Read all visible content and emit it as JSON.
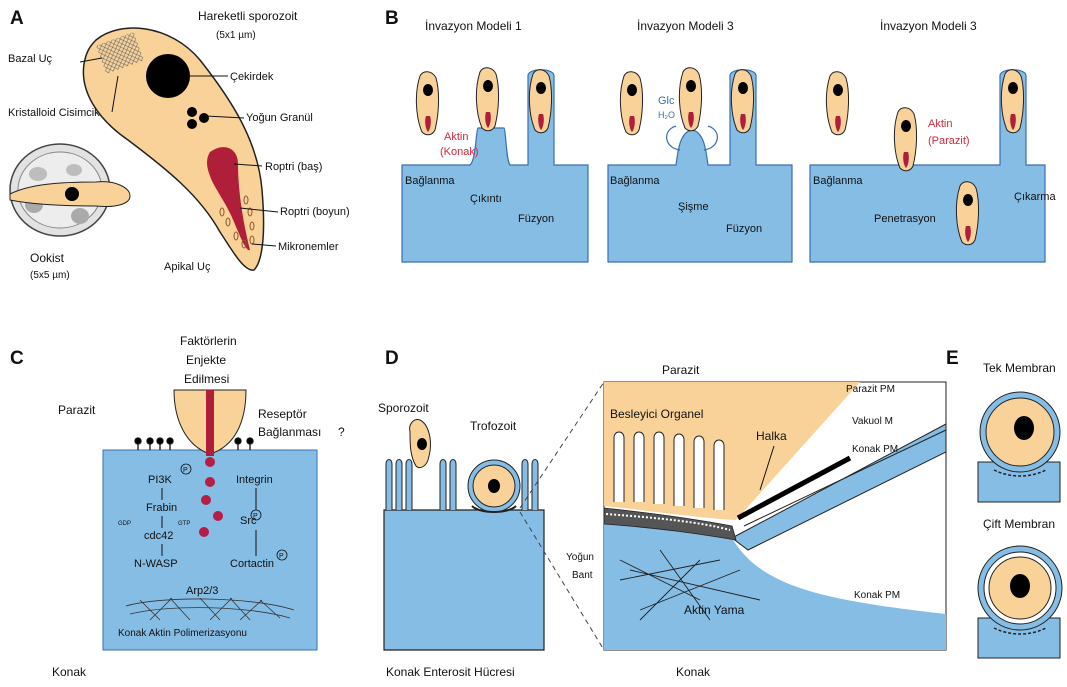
{
  "colors": {
    "parasite": "#f9d29a",
    "host_cell": "#86bde5",
    "nucleus": "#000000",
    "rhoptry": "#b01f3a",
    "actin_red": "#d3283c",
    "host_outline": "#3a6fb0"
  },
  "panel_a": {
    "letter": "A",
    "sporozoite_title": "Hareketli sporozoit",
    "sporozoite_size": "(5x1 µm)",
    "basal": "Bazal Uç",
    "crystalloid": "Kristalloid Cisimcik",
    "nucleus": "Çekirdek",
    "dense_granule": "Yoğun Granül",
    "rhoptry_head": "Roptri (baş)",
    "rhoptry_neck": "Roptri (boyun)",
    "micronemes": "Mikronemler",
    "apical": "Apikal Uç",
    "oocyst": "Ookist",
    "oocyst_size": "(5x5 µm)"
  },
  "panel_b": {
    "letter": "B",
    "model1": {
      "title": "İnvazyon Modeli  1",
      "actin": "Aktin",
      "actin_sub": "(Konak)",
      "attach": "Bağlanma",
      "protrusion": "Çıkıntı",
      "fusion": "Füzyon"
    },
    "model2": {
      "title": "İnvazyon Modeli 3",
      "glc": "Glc",
      "h2o": "H₂O",
      "attach": "Bağlanma",
      "swelling": "Şişme",
      "fusion": "Füzyon"
    },
    "model3": {
      "title": "İnvazyon Modeli 3",
      "actin": "Aktin",
      "actin_sub": "(Parazit)",
      "attach": "Bağlanma",
      "penetration": "Penetrasyon",
      "extrusion": "Çıkarma"
    }
  },
  "panel_c": {
    "letter": "C",
    "injection_line1": "Faktörlerin",
    "injection_line2": "Enjekte",
    "injection_line3": "Edilmesi",
    "parasite": "Parazit",
    "receptor_line1": "Reseptör",
    "receptor_line2": "Bağlanması",
    "question": "?",
    "pi3k": "PI3K",
    "integrin": "Integrin",
    "frabin": "Frabin",
    "gdp": "GDP",
    "gtp": "GTP",
    "cdc42": "cdc42",
    "src": "Src",
    "nwasp": "N-WASP",
    "cortactin": "Cortactin",
    "arp": "Arp2/3",
    "p": "P",
    "polymerization": "Konak Aktin Polimerizasyonu",
    "host": "Konak"
  },
  "panel_d": {
    "letter": "D",
    "sporozoite": "Sporozoit",
    "trophozoite": "Trofozoit",
    "enterocyte": "Konak Enterosit Hücresi",
    "parasite": "Parazit",
    "feeder": "Besleyici Organel",
    "ring": "Halka",
    "parasite_pm": "Parazit PM",
    "vacuole_m": "Vakuol M",
    "host_pm_top": "Konak PM",
    "dense_band_1": "Yoğun",
    "dense_band_2": "Bant",
    "host_pm_bottom": "Konak PM",
    "actin_patch": "Aktin Yama",
    "host": "Konak"
  },
  "panel_e": {
    "letter": "E",
    "single": "Tek Membran",
    "double": "Çift Membran"
  }
}
